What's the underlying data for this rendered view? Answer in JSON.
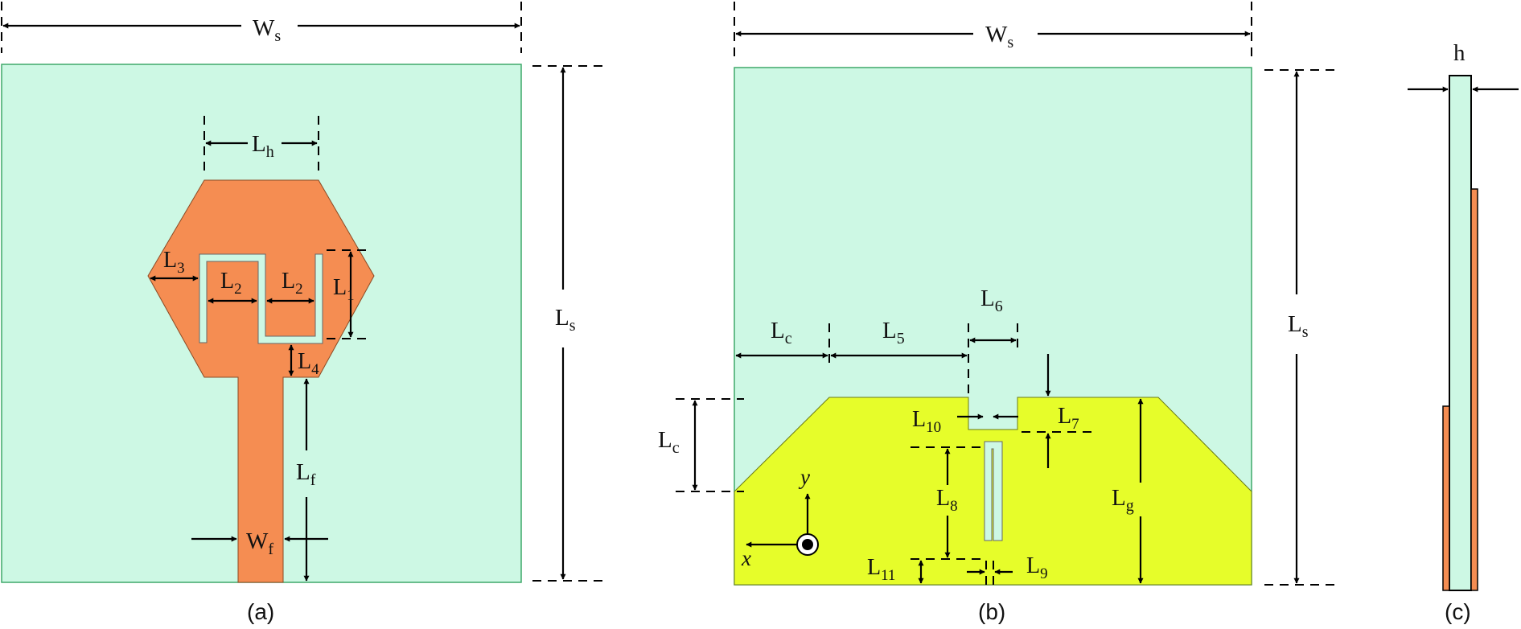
{
  "colors": {
    "substrate": "#cdf8e4",
    "substrate_edge": "#3fa86a",
    "patch": "#f58d52",
    "patch_edge": "#8a4a24",
    "ground": "#e6fd2a",
    "ground_edge": "#6b7a18",
    "line": "#000000"
  },
  "panels": {
    "a": {
      "caption": "(a)",
      "labels": {
        "Ws": {
          "main": "W",
          "sub": "s"
        },
        "Ls": {
          "main": "L",
          "sub": "s"
        },
        "Lh": {
          "main": "L",
          "sub": "h"
        },
        "L3": {
          "main": "L",
          "sub": "3"
        },
        "L2a": {
          "main": "L",
          "sub": "2"
        },
        "L2b": {
          "main": "L",
          "sub": "2"
        },
        "L1": {
          "main": "L",
          "sub": "1"
        },
        "L4": {
          "main": "L",
          "sub": "4"
        },
        "Lf": {
          "main": "L",
          "sub": "f"
        },
        "Wf": {
          "main": "W",
          "sub": "f"
        }
      }
    },
    "b": {
      "caption": "(b)",
      "labels": {
        "Ws": {
          "main": "W",
          "sub": "s"
        },
        "Ls": {
          "main": "L",
          "sub": "s"
        },
        "Lc_top": {
          "main": "L",
          "sub": "c"
        },
        "Lc_side": {
          "main": "L",
          "sub": "c"
        },
        "L5": {
          "main": "L",
          "sub": "5"
        },
        "L6": {
          "main": "L",
          "sub": "6"
        },
        "L7": {
          "main": "L",
          "sub": "7"
        },
        "L8": {
          "main": "L",
          "sub": "8"
        },
        "L9": {
          "main": "L",
          "sub": "9"
        },
        "L10": {
          "main": "L",
          "sub": "10"
        },
        "L11": {
          "main": "L",
          "sub": "11"
        },
        "Lg": {
          "main": "L",
          "sub": "g"
        }
      },
      "axes": {
        "y": "y",
        "x": "x"
      }
    },
    "c": {
      "caption": "(c)",
      "labels": {
        "h": "h"
      }
    }
  }
}
